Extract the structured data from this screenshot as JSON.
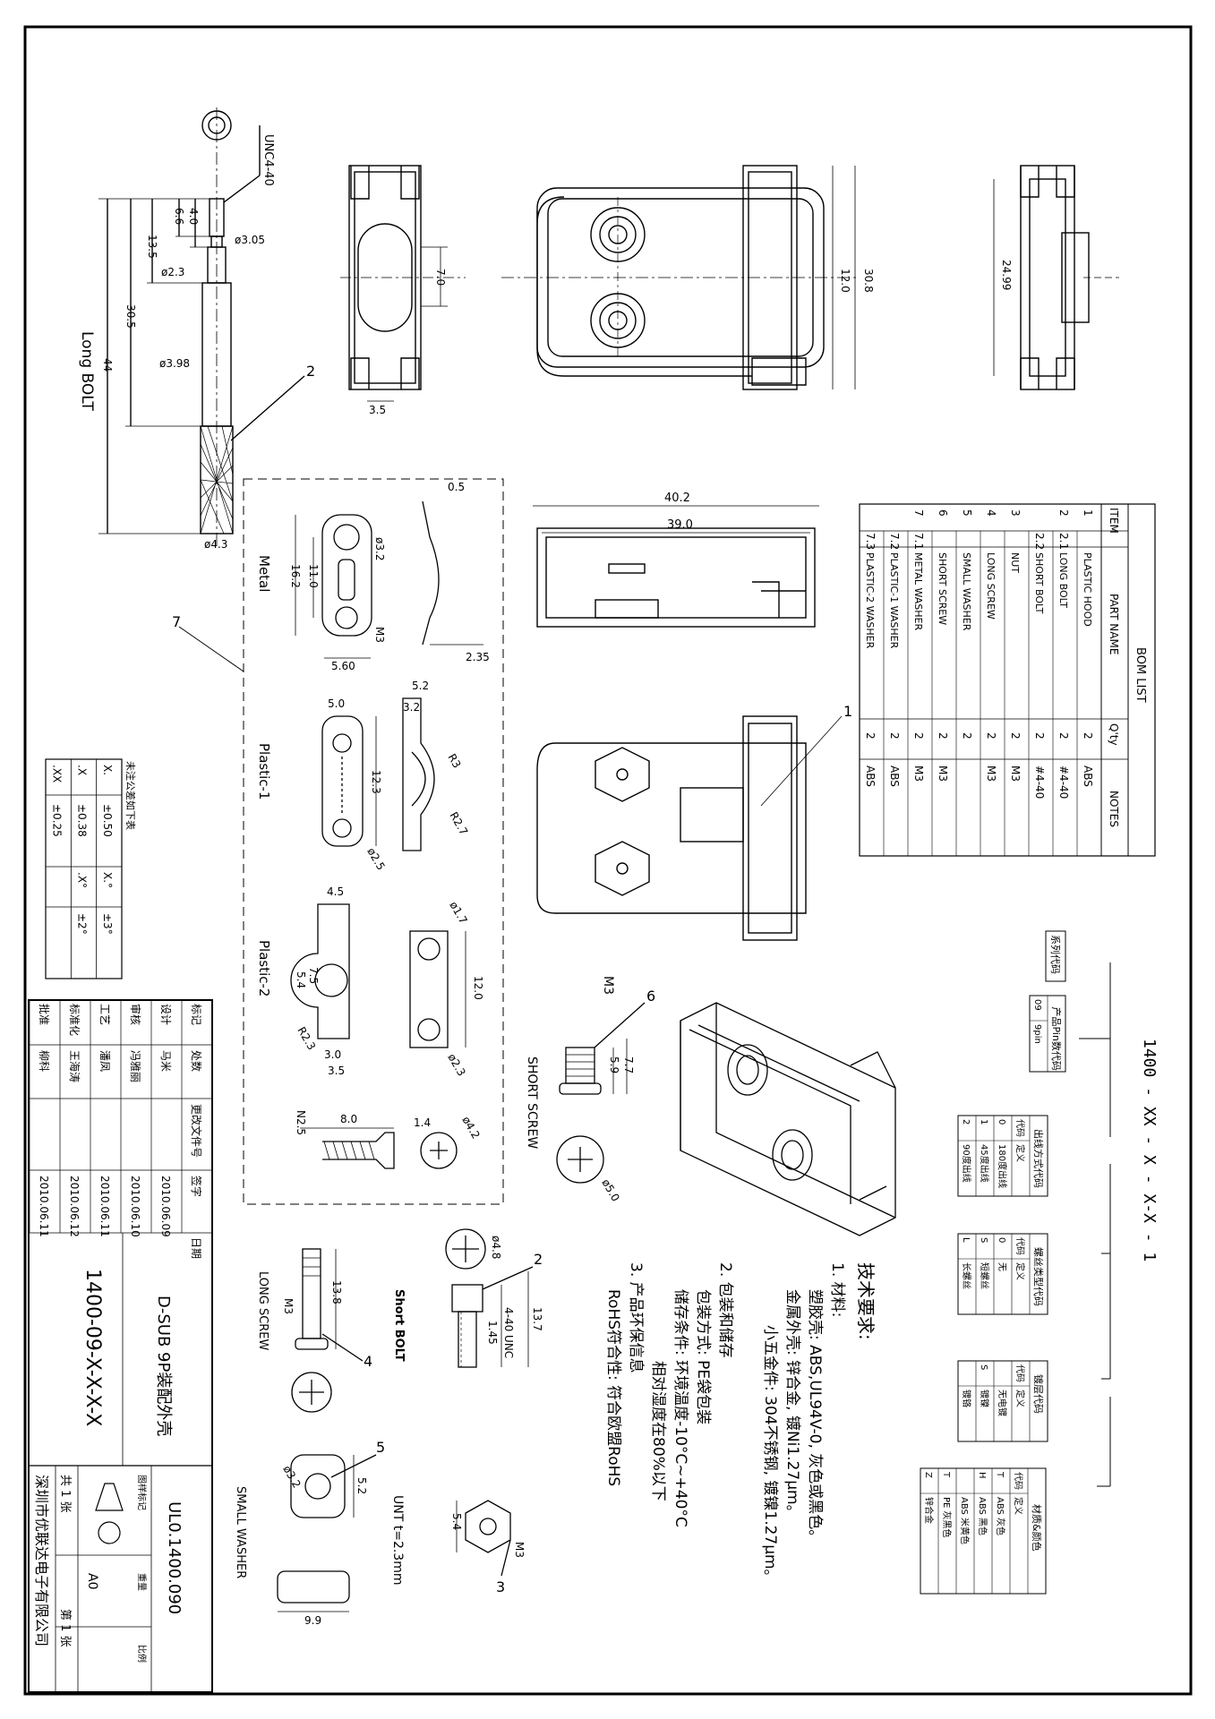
{
  "long_bolt": {
    "title": "Long BOLT",
    "thread": "UNC4-40",
    "dims": [
      "4.0",
      "6.6",
      "13.5",
      "30.5",
      "44",
      "ø3.05",
      "ø2.3",
      "ø3.98",
      "ø4.3"
    ],
    "balloon": "2"
  },
  "hood_views": {
    "side_dims": [
      "7.0",
      "3.5"
    ],
    "front_dims": [
      "12.0",
      "30.8"
    ],
    "end_dims": [
      "24.99"
    ],
    "top_dims": [
      "40.2",
      "39.0"
    ],
    "balloon": "1"
  },
  "washer_group": {
    "balloon": "7",
    "metal": {
      "label": "Metal",
      "dims": [
        "0.5",
        "ø3.2",
        "16.2",
        "11.0",
        "M3",
        "5.60",
        "2.35"
      ]
    },
    "plastic1": {
      "label": "Plastic-1",
      "dims": [
        "5.0",
        "5.2",
        "3.2",
        "R3",
        "12.3",
        "R2.7",
        "ø2.5"
      ]
    },
    "plastic2": {
      "label": "Plastic-2",
      "dims": [
        "4.5",
        "ø1.7",
        "5.4",
        "7.5",
        "R2.3",
        "12.0",
        "3.0",
        "3.5",
        "ø2.3"
      ]
    },
    "screw_dims": [
      "N2.5",
      "8.0",
      "1.4",
      "ø4.2"
    ]
  },
  "short_screw": {
    "label": "SHORT SCREW",
    "dims": [
      "M3",
      "5.9",
      "7.7",
      "ø5.0"
    ],
    "balloon": "6"
  },
  "short_bolt": {
    "label": "Short BOLT",
    "dims": [
      "ø4.8",
      "1.45",
      "4-40 UNC",
      "13.7"
    ],
    "balloon": "2"
  },
  "long_screw": {
    "label": "LONG SCREW",
    "dims": [
      "M3",
      "13.8"
    ],
    "balloon": "4"
  },
  "nut": {
    "label": "UNT t=2.3mm",
    "dims": [
      "5.4",
      "M3"
    ],
    "balloon": "3"
  },
  "small_washer": {
    "label": "SMALL WASHER",
    "dims": [
      "ø3.2",
      "5.2",
      "9.9"
    ],
    "balloon": "5"
  },
  "bom": {
    "title": "BOM LIST",
    "headers": [
      "ITEM",
      "PART NAME",
      "Q'ty",
      "NOTES"
    ],
    "rows": [
      [
        "1",
        "",
        "PLASTIC HOOD",
        "2",
        "ABS"
      ],
      [
        "2",
        "2.1",
        "LONG BOLT",
        "2",
        "#4-40"
      ],
      [
        "",
        "2.2",
        "SHORT BOLT",
        "2",
        "#4-40"
      ],
      [
        "3",
        "",
        "NUT",
        "2",
        "M3"
      ],
      [
        "4",
        "",
        "LONG SCREW",
        "2",
        "M3"
      ],
      [
        "5",
        "",
        "SMALL WASHER",
        "2",
        ""
      ],
      [
        "6",
        "",
        "SHORT SCREW",
        "2",
        "M3"
      ],
      [
        "7",
        "7.1",
        "METAL WASHER",
        "2",
        "M3"
      ],
      [
        "",
        "7.2",
        "PLASTIC-1 WASHER",
        "2",
        "ABS"
      ],
      [
        "",
        "7.3",
        "PLASTIC-2 WASHER",
        "2",
        "ABS"
      ]
    ]
  },
  "tolerance": {
    "title": "未注公差如下表",
    "rows": [
      [
        "X.",
        "±0.50",
        "X.°",
        "±3°"
      ],
      [
        ".X",
        "±0.38",
        ".X°",
        "±2°"
      ],
      [
        ".XX",
        "±0.25",
        "",
        ""
      ]
    ]
  },
  "part_code": {
    "code": "1400 - XX - X - X-X - 1",
    "series": "系列代码",
    "pins": {
      "title": "产品Pin数代码",
      "rows": [
        [
          "09",
          "9pin"
        ]
      ]
    },
    "outlet": {
      "title": "出线方式代码",
      "headers": [
        "代码",
        "定义"
      ],
      "rows": [
        [
          "0",
          "180度出线"
        ],
        [
          "1",
          "45度出线"
        ],
        [
          "2",
          "90度出线"
        ]
      ]
    },
    "screw": {
      "title": "螺丝类型代码",
      "headers": [
        "代码",
        "定义"
      ],
      "rows": [
        [
          "0",
          "无"
        ],
        [
          "S",
          "短螺丝"
        ],
        [
          "L",
          "长螺丝"
        ]
      ]
    },
    "plating": {
      "title": "镀层代码",
      "headers": [
        "代码",
        "定义"
      ],
      "rows": [
        [
          "",
          "无电镀"
        ],
        [
          "S",
          "镀镍"
        ],
        [
          "",
          "镀铬"
        ]
      ]
    },
    "material": {
      "title": "材质&颜色",
      "headers": [
        "代码",
        "定义"
      ],
      "rows": [
        [
          "T",
          "ABS 灰色"
        ],
        [
          "H",
          "ABS 黑色"
        ],
        [
          "",
          "ABS 米黄色"
        ],
        [
          "T",
          "PE 灰黑色"
        ],
        [
          "Z",
          "锌合金"
        ]
      ]
    }
  },
  "tech": {
    "title": "技术要求:",
    "lines": [
      "1. 材料:",
      "塑胶壳: ABS,UL94V-0, 灰色或黑色。",
      "金属外壳: 锌合金, 镀Ni1.27μm。",
      "小五金件: 304不锈钢, 镀镍1.27μm。",
      "2. 包装和储存",
      "包装方式: PE袋包装",
      "储存条件: 环境温度-10°C~+40°C",
      "相对湿度在80%以下",
      "3. 产品环保信息",
      "RoHS符合性: 符合欧盟RoHS"
    ]
  },
  "title_block": {
    "product": "D-SUB 9P装配外壳",
    "part_no": "1400-09-X-X-X-X",
    "drawing_no": "UL0.1400.090",
    "company": "深圳市优联达电子有限公司",
    "sheets": "共 1 张",
    "sheet_no": "第 1 张",
    "size": "A0",
    "rows": [
      [
        "标记",
        "处数",
        "更改文件号",
        "签字",
        "日期"
      ],
      [
        "设计",
        "马米",
        "",
        "2010.06.09",
        ""
      ],
      [
        "审核",
        "冯雅丽",
        "",
        "2010.06.10",
        ""
      ],
      [
        "工艺",
        "潘凤",
        "",
        "2010.06.11",
        ""
      ],
      [
        "标准化",
        "王海涛",
        "",
        "2010.06.12",
        ""
      ],
      [
        "批准",
        "柳科",
        "",
        "2010.06.11",
        ""
      ]
    ],
    "cells": [
      "图样标记",
      "重量",
      "比例"
    ]
  }
}
